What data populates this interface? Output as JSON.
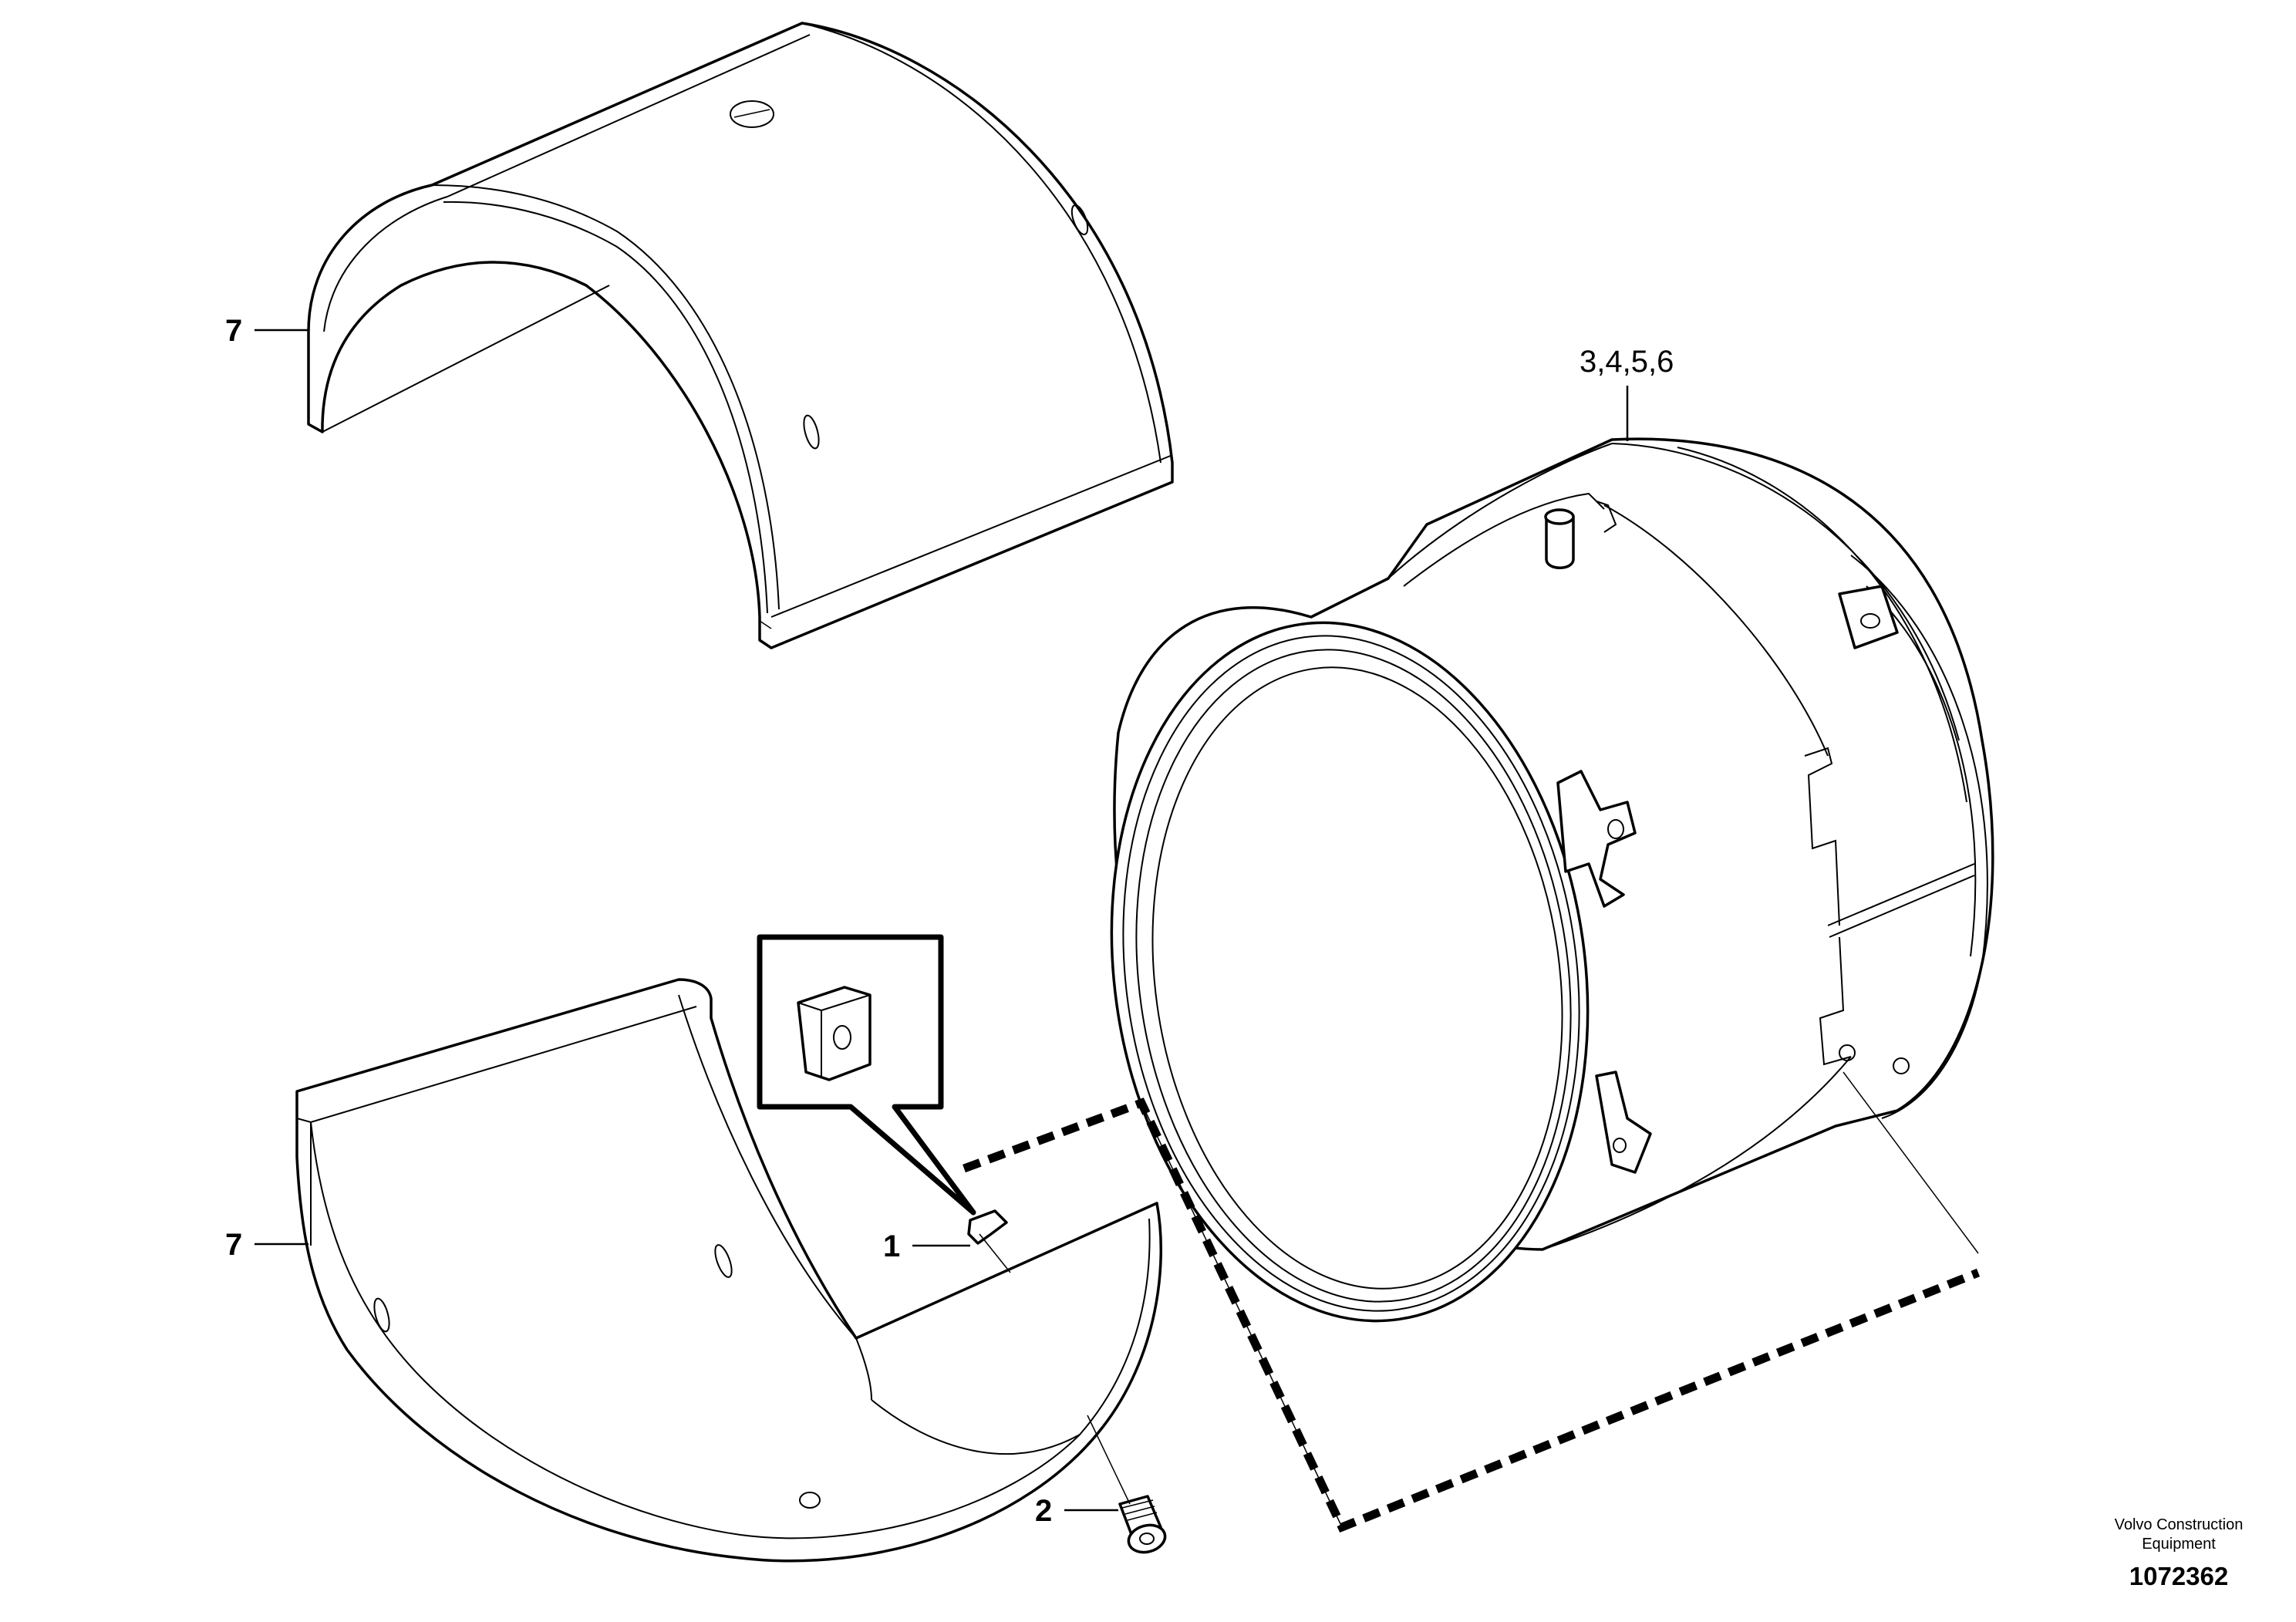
{
  "callouts": {
    "upper_cover": "7",
    "lower_cover": "7",
    "clip_nut": "1",
    "screw": "2",
    "silencer_group": "3,4,5,6"
  },
  "credit": {
    "line1": "Volvo Construction",
    "line2": "Equipment"
  },
  "figure_number": "1072362"
}
